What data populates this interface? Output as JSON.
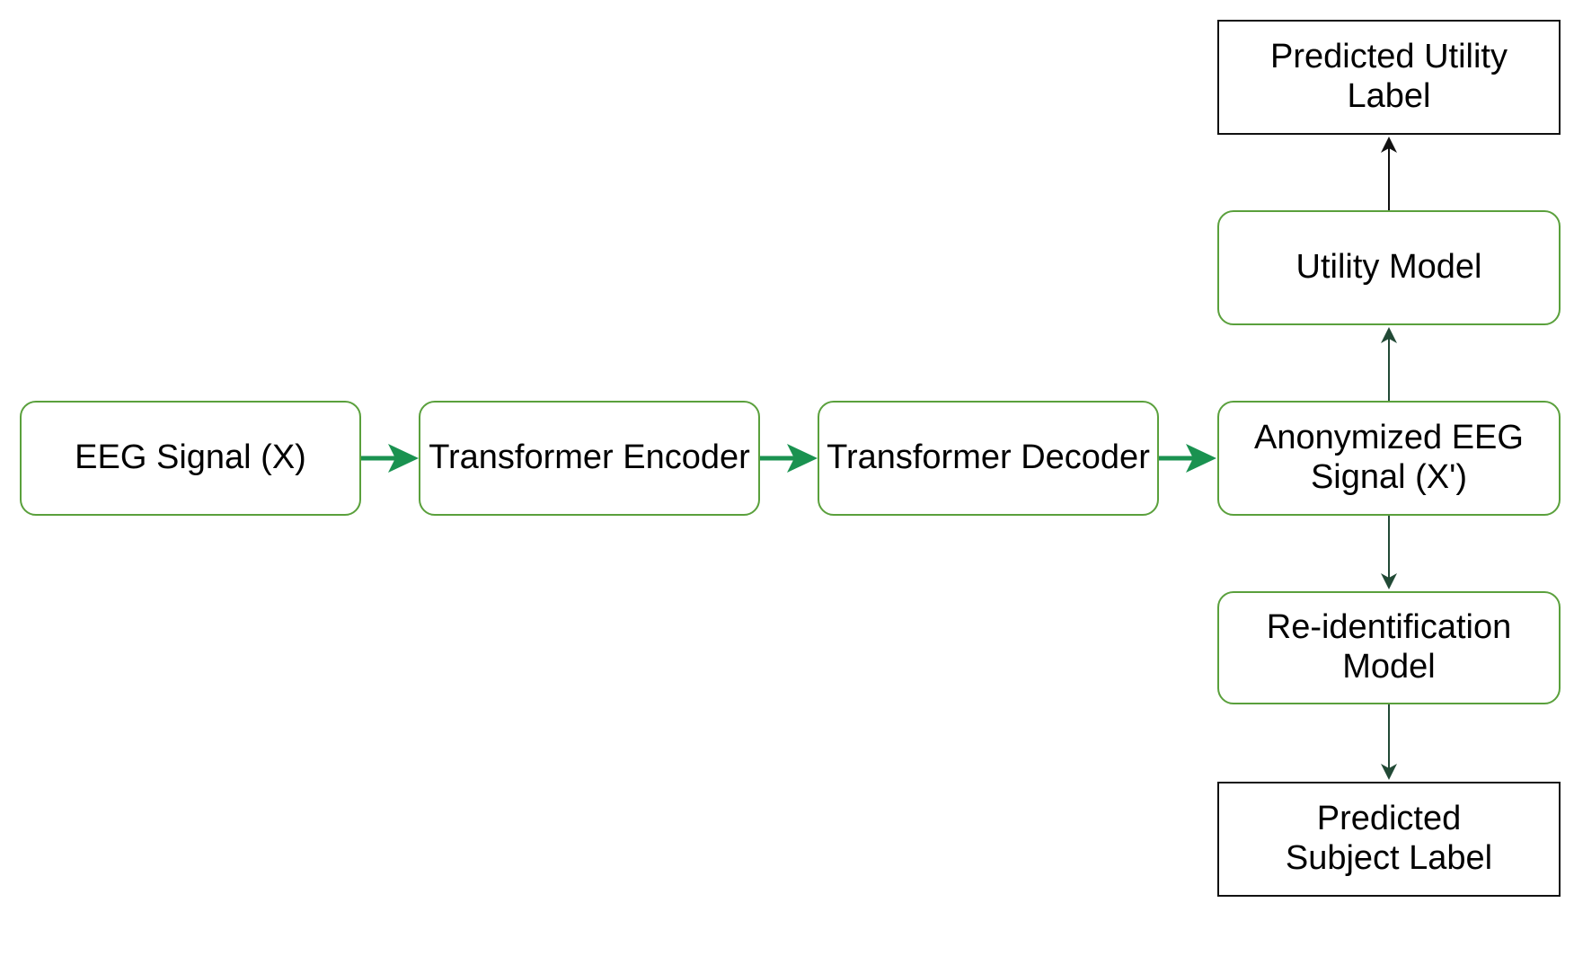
{
  "nodes": {
    "eeg_signal": "EEG Signal (X)",
    "encoder": "Transformer Encoder",
    "decoder": "Transformer Decoder",
    "anonymized": "Anonymized EEG Signal (X')",
    "utility_model": "Utility Model",
    "predicted_utility": "Predicted Utility Label",
    "reid_model": "Re-identification Model",
    "predicted_subject": "Predicted Subject Label"
  },
  "colors": {
    "box_border_green": "#5aa03c",
    "box_border_black": "#111111",
    "flow_arrow": "#1a9250",
    "branch_arrow": "#224a36",
    "up_arrow_top": "#111111"
  }
}
